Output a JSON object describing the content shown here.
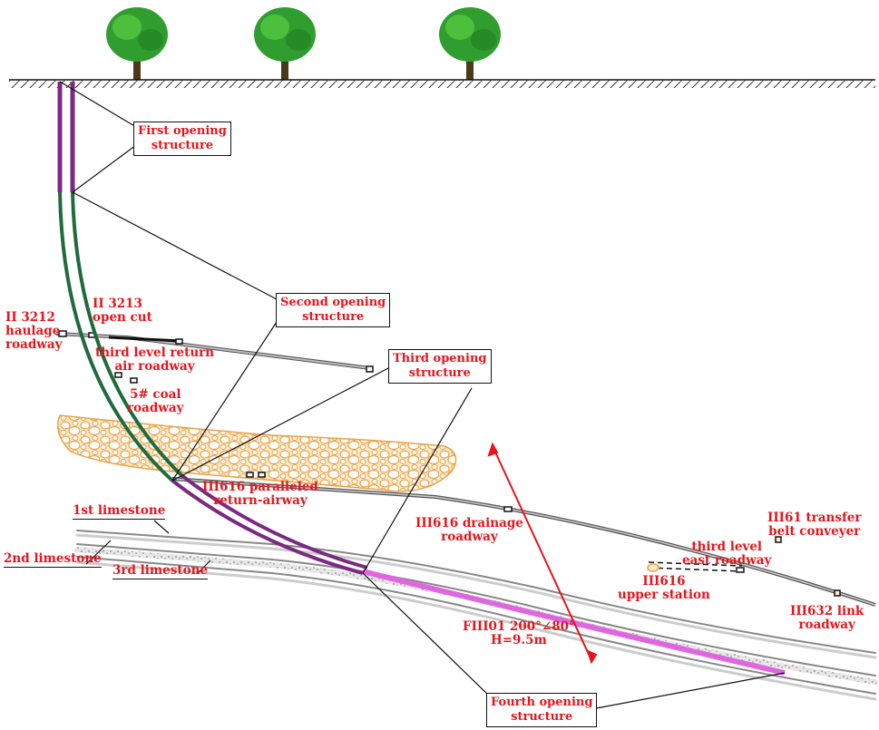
{
  "structures": {
    "first": [
      "First opening",
      "structure"
    ],
    "second": [
      "Second opening",
      "structure"
    ],
    "third": [
      "Third opening",
      "structure"
    ],
    "fourth": [
      "Fourth opening",
      "structure"
    ]
  },
  "roadways": {
    "ii3212": [
      "II 3212",
      "haulage",
      "roadway"
    ],
    "ii3213": [
      "II 3213",
      "open cut"
    ],
    "third_level_return": [
      "third level return",
      "air roadway"
    ],
    "coal5": [
      "5# coal",
      "roadway"
    ],
    "iii616_paralleled": [
      "III616 paralleled",
      "return-airway"
    ],
    "iii616_drainage": [
      "III616  drainage",
      "roadway"
    ],
    "iii61_transfer": [
      "III61 transfer",
      "belt conveyer"
    ],
    "third_level_east": [
      "third level",
      "east roadway"
    ],
    "iii616_upper": [
      "III616",
      "upper station"
    ],
    "iii632_link": [
      "III632 link",
      "roadway"
    ]
  },
  "limestones": {
    "first": "1st limestone",
    "second": "2nd limestone",
    "third": "3rd limestone"
  },
  "fault": [
    "FIII01 200°∠80°",
    "H=9.5m"
  ],
  "colors": {
    "label_red": "#e8141b",
    "shaft_purple": "#7a2a80",
    "shaft_green": "#1f6b3c",
    "fault_magenta": "#e066e0",
    "goaf_orange": "#e8a24a",
    "tree_green": "#2f9e2f"
  }
}
